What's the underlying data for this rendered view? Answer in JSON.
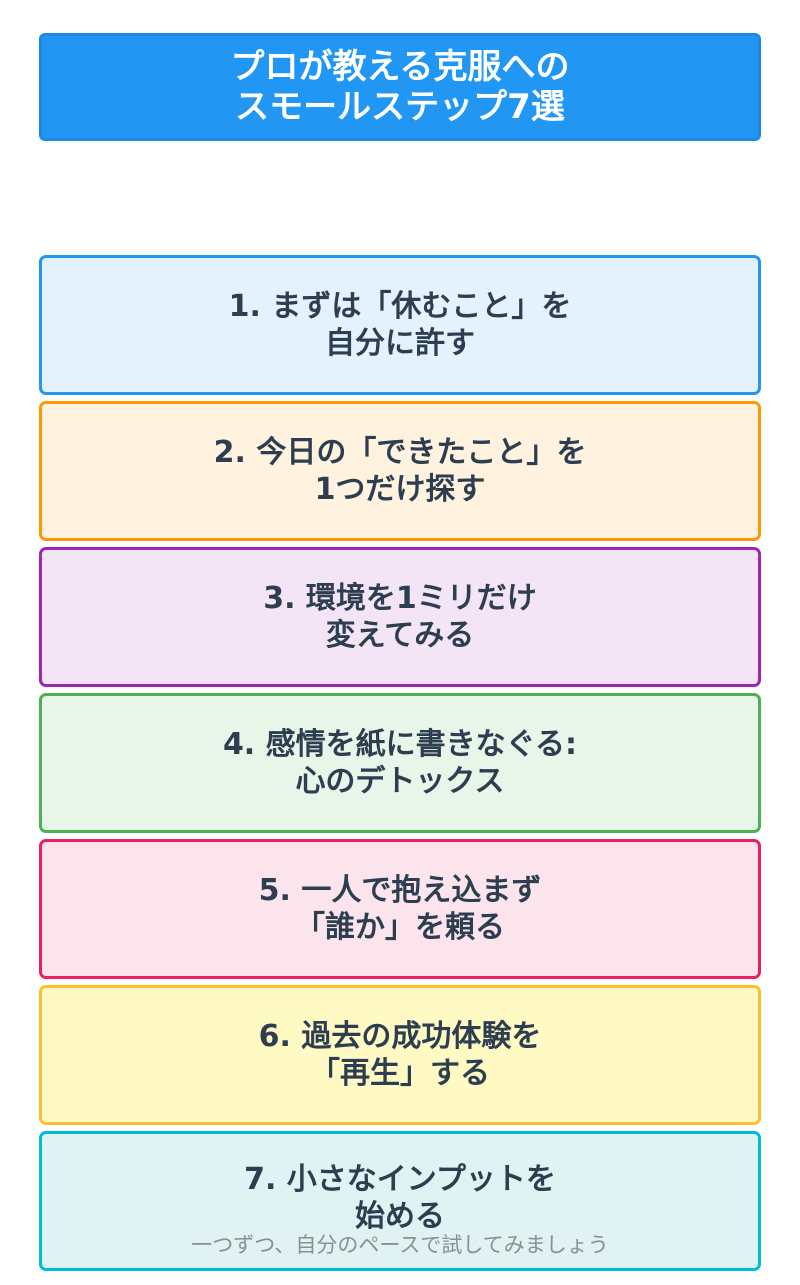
{
  "title": "プロが教える克服への\nスモールステップ7選",
  "steps": [
    {
      "label": "1. まずは「休むこと」を\n自分に許す",
      "border": "#2196F3",
      "bg": "#E3F2FD"
    },
    {
      "label": "2. 今日の「できたこと」を\n1つだけ探す",
      "border": "#FF9800",
      "bg": "#FFF3E0"
    },
    {
      "label": "3. 環境を1ミリだけ\n変えてみる",
      "border": "#9C27B0",
      "bg": "#F3E5F5"
    },
    {
      "label": "4. 感情を紙に書きなぐる:\n心のデトックス",
      "border": "#4CAF50",
      "bg": "#E8F5E9"
    },
    {
      "label": "5. 一人で抱え込まず\n「誰か」を頼る",
      "border": "#E91E63",
      "bg": "#FCE4EC"
    },
    {
      "label": "6. 過去の成功体験を\n「再生」する",
      "border": "#FBC02D",
      "bg": "#FFF9C4"
    },
    {
      "label": "7. 小さなインプットを\n始める",
      "border": "#00BCD4",
      "bg": "#E0F2F1"
    }
  ],
  "footer": "一つずつ、自分のペースで試してみましょう"
}
